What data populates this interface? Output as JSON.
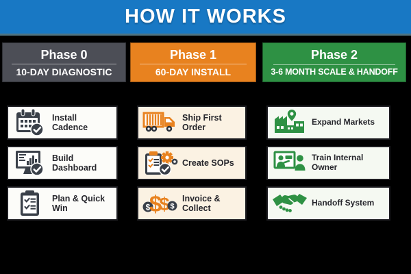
{
  "title": "HOW IT WORKS",
  "colors": {
    "banner-blue": "#1878C4",
    "banner-edge": "#4E7382",
    "background-black": "#000000",
    "phase0": "#4C4E56",
    "phase1": "#E8821F",
    "phase2": "#2E9144",
    "card0-bg": "#FCFCF9",
    "card1-bg": "#FBF2E3",
    "card2-bg": "#F5F9F2",
    "card-border": "#1C1C20",
    "icon-dark": "#3A4049",
    "label-dark": "#26262C"
  },
  "phases": [
    {
      "name": "Phase 0",
      "subtitle": "10-DAY DIAGNOSTIC",
      "items": [
        {
          "label": "Install Cadence",
          "icon": "calendar-check-icon"
        },
        {
          "label": "Build Dashboard",
          "icon": "dashboard-monitor-check-icon"
        },
        {
          "label": "Plan & Quick Win",
          "icon": "checklist-clipboard-icon"
        }
      ]
    },
    {
      "name": "Phase 1",
      "subtitle": "60-DAY INSTALL",
      "items": [
        {
          "label": "Ship First Order",
          "icon": "cargo-truck-icon"
        },
        {
          "label": "Create SOPs",
          "icon": "clipboard-gears-check-icon"
        },
        {
          "label": "Invoice & Collect",
          "icon": "dollar-signs-icon"
        }
      ]
    },
    {
      "name": "Phase 2",
      "subtitle": "3-6 MONTH SCALE & HANDOFF",
      "items": [
        {
          "label": "Expand Markets",
          "icon": "factory-location-pin-icon"
        },
        {
          "label": "Train Internal Owner",
          "icon": "training-presentation-icon"
        },
        {
          "label": "Handoff System",
          "icon": "handshake-icon"
        }
      ]
    }
  ]
}
